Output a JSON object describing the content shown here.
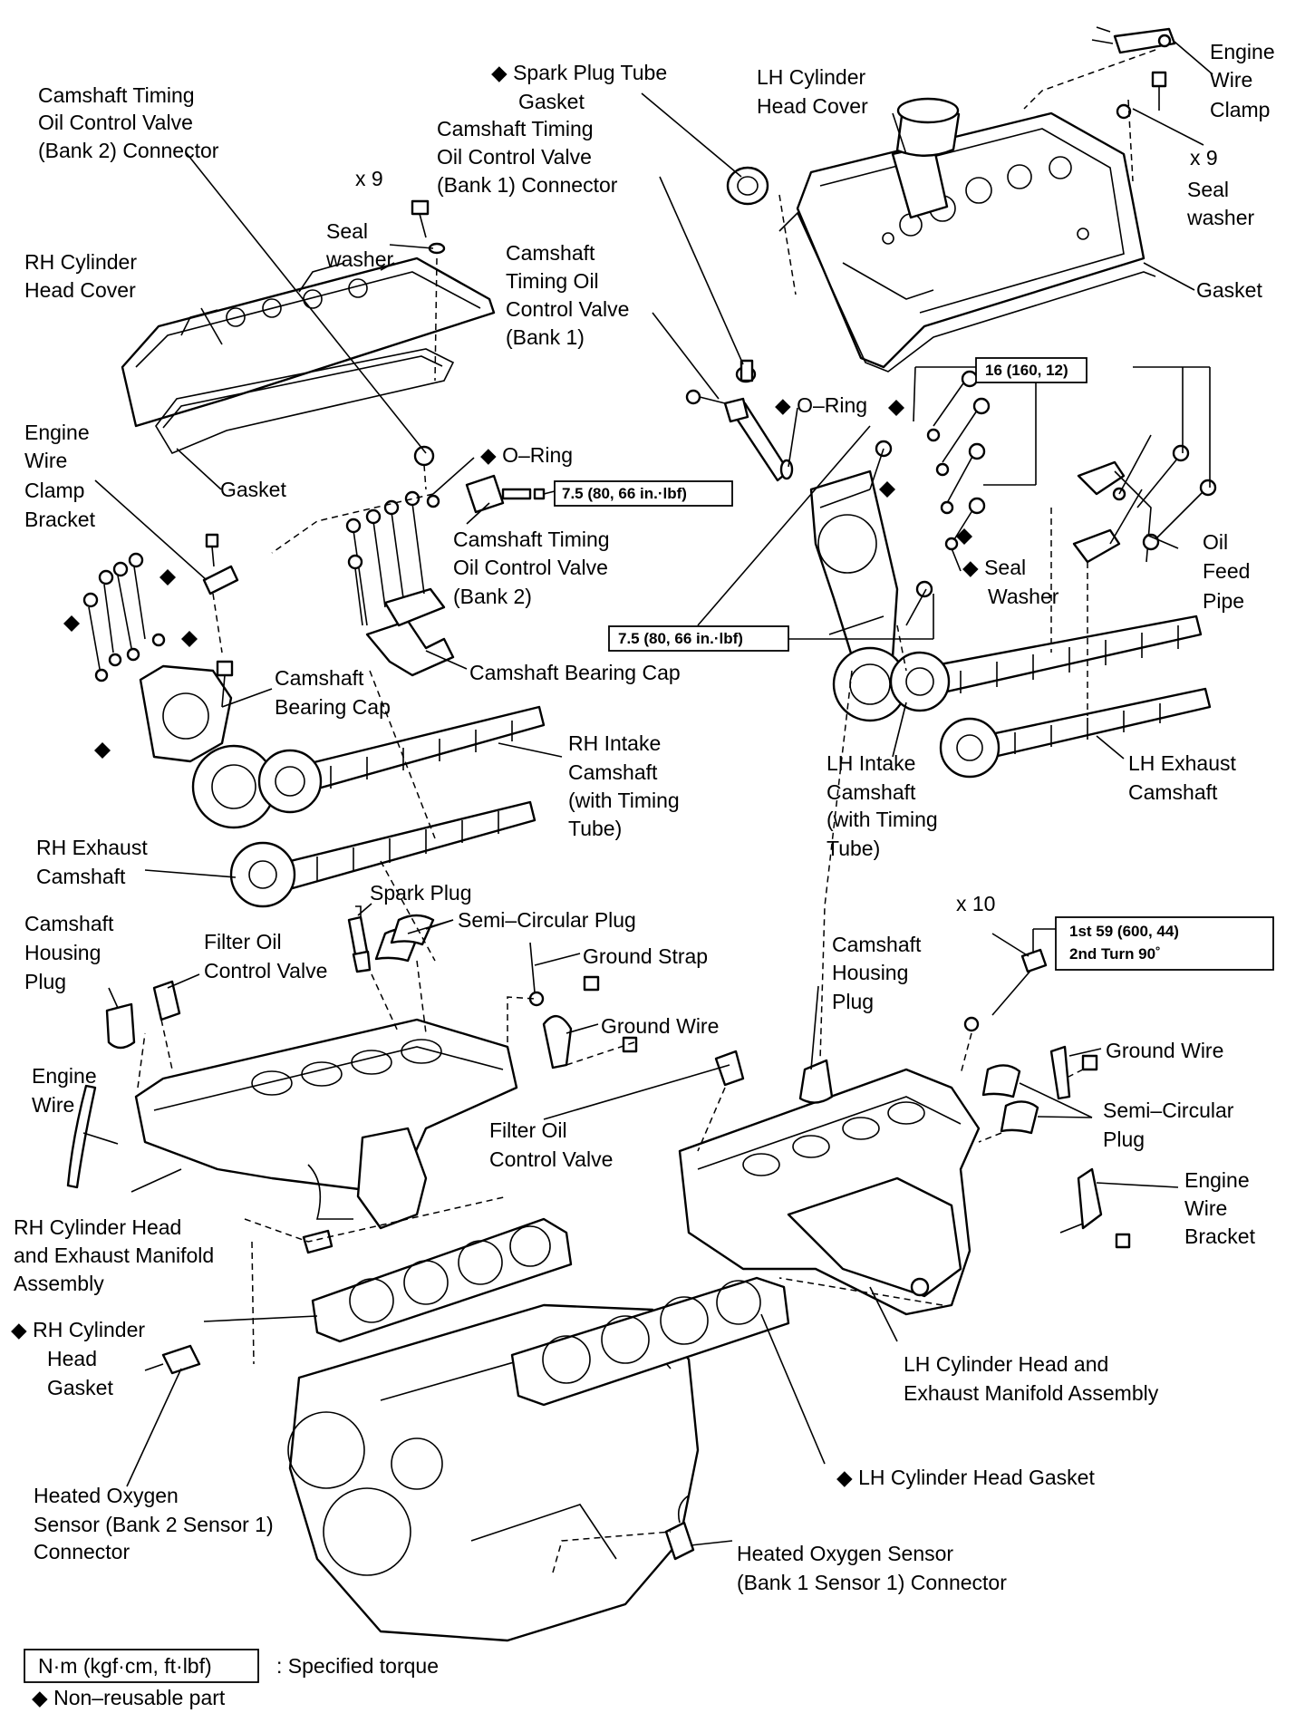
{
  "labels": {
    "cam_timing_ocv_b2_connector": [
      "Camshaft Timing",
      "Oil Control Valve",
      "(Bank 2) Connector"
    ],
    "spark_plug_tube_gasket": [
      "◆ Spark Plug Tube",
      "Gasket"
    ],
    "cam_timing_ocv_b1_connector": [
      "Camshaft Timing",
      "Oil Control Valve",
      "(Bank 1) Connector"
    ],
    "lh_cylinder_head_cover": [
      "LH Cylinder",
      "Head Cover"
    ],
    "engine_wire_clamp": [
      "Engine",
      "Wire",
      "Clamp"
    ],
    "x9_left": "x 9",
    "x9_right": "x 9",
    "seal_washer_left": [
      "Seal",
      "washer"
    ],
    "seal_washer_right": [
      "Seal",
      "washer"
    ],
    "rh_cylinder_head_cover": [
      "RH Cylinder",
      "Head Cover"
    ],
    "cam_timing_ocv_b1": [
      "Camshaft",
      "Timing Oil",
      "Control Valve",
      "(Bank 1)"
    ],
    "gasket_right": "Gasket",
    "o_ring_right": "◆ O–Ring",
    "o_ring_left": "◆ O–Ring",
    "gasket_left": "Gasket",
    "engine_wire_clamp_bracket": [
      "Engine",
      "Wire",
      "Clamp",
      "Bracket"
    ],
    "cam_timing_ocv_b2": [
      "Camshaft Timing",
      "Oil Control Valve",
      "(Bank 2)"
    ],
    "oil_feed_pipe": [
      "Oil",
      "Feed",
      "Pipe"
    ],
    "seal_washer_mid": [
      "◆ Seal",
      "Washer"
    ],
    "camshaft_bearing_cap_left": [
      "Camshaft",
      "Bearing Cap"
    ],
    "camshaft_bearing_cap_mid": "Camshaft Bearing Cap",
    "rh_intake_camshaft": [
      "RH Intake",
      "Camshaft",
      "(with Timing",
      "Tube)"
    ],
    "lh_intake_camshaft": [
      "LH Intake",
      "Camshaft",
      "(with Timing",
      "Tube)"
    ],
    "lh_exhaust_camshaft": [
      "LH Exhaust",
      "Camshaft"
    ],
    "rh_exhaust_camshaft": [
      "RH Exhaust",
      "Camshaft"
    ],
    "spark_plug": "Spark Plug",
    "semi_circular_plug_top": "Semi–Circular Plug",
    "camshaft_housing_plug_left": [
      "Camshaft",
      "Housing",
      "Plug"
    ],
    "filter_ocv_top": [
      "Filter Oil",
      "Control Valve"
    ],
    "ground_strap": "Ground Strap",
    "x10": "x 10",
    "camshaft_housing_plug_right": [
      "Camshaft",
      "Housing",
      "Plug"
    ],
    "ground_wire_mid": "Ground Wire",
    "ground_wire_right": "Ground Wire",
    "engine_wire": [
      "Engine",
      "Wire"
    ],
    "semi_circular_plug_right": [
      "Semi–Circular",
      "Plug"
    ],
    "filter_ocv_mid": [
      "Filter Oil",
      "Control Valve"
    ],
    "engine_wire_bracket": [
      "Engine",
      "Wire",
      "Bracket"
    ],
    "rh_head_exhaust_manifold": [
      "RH Cylinder Head",
      "and Exhaust Manifold",
      "Assembly"
    ],
    "rh_cylinder_head_gasket": [
      "◆  RH Cylinder",
      "Head",
      "Gasket"
    ],
    "lh_head_exhaust_manifold": [
      "LH Cylinder Head and",
      "Exhaust Manifold Assembly"
    ],
    "lh_cylinder_head_gasket": "◆ LH Cylinder Head Gasket",
    "heated_o2_b2s1": [
      "Heated Oxygen",
      "Sensor (Bank 2 Sensor 1)",
      "Connector"
    ],
    "heated_o2_b1s1": [
      "Heated Oxygen Sensor",
      "(Bank 1 Sensor 1) Connector"
    ]
  },
  "torque": {
    "t16": "16 (160, 12)",
    "t75_upper": "7.5 (80, 66 in.·lbf)",
    "t75_lower": "7.5 (80, 66 in.·lbf)",
    "t59": [
      "1st  59 (600, 44)",
      "2nd Turn 90˚"
    ]
  },
  "legend": {
    "torque_unit": "N·m (kgf·cm, ft·lbf)",
    "torque_desc": ": Specified torque",
    "non_reusable": "◆ Non–reusable part"
  }
}
